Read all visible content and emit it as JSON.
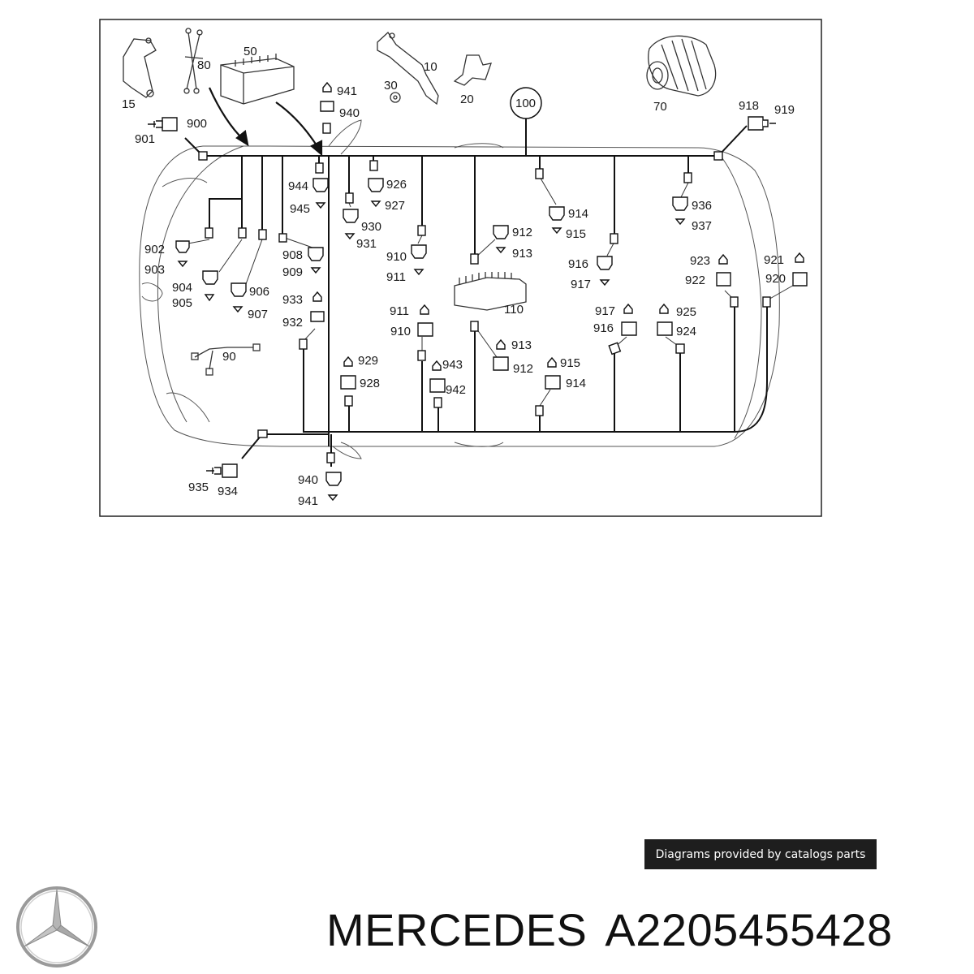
{
  "diagram": {
    "labels": [
      {
        "id": "l15",
        "text": "15"
      },
      {
        "id": "l80",
        "text": "80"
      },
      {
        "id": "l50",
        "text": "50"
      },
      {
        "id": "l30",
        "text": "30"
      },
      {
        "id": "l10",
        "text": "10"
      },
      {
        "id": "l20",
        "text": "20"
      },
      {
        "id": "l70",
        "text": "70"
      },
      {
        "id": "l100",
        "text": "100"
      },
      {
        "id": "l941a",
        "text": "941"
      },
      {
        "id": "l940a",
        "text": "940"
      },
      {
        "id": "l900",
        "text": "900"
      },
      {
        "id": "l901",
        "text": "901"
      },
      {
        "id": "l918",
        "text": "918"
      },
      {
        "id": "l919",
        "text": "919"
      },
      {
        "id": "l944",
        "text": "944"
      },
      {
        "id": "l945",
        "text": "945"
      },
      {
        "id": "l926",
        "text": "926"
      },
      {
        "id": "l927",
        "text": "927"
      },
      {
        "id": "l930",
        "text": "930"
      },
      {
        "id": "l931",
        "text": "931"
      },
      {
        "id": "l914a",
        "text": "914"
      },
      {
        "id": "l915a",
        "text": "915"
      },
      {
        "id": "l936",
        "text": "936"
      },
      {
        "id": "l937",
        "text": "937"
      },
      {
        "id": "l902",
        "text": "902"
      },
      {
        "id": "l903",
        "text": "903"
      },
      {
        "id": "l904",
        "text": "904"
      },
      {
        "id": "l905",
        "text": "905"
      },
      {
        "id": "l906",
        "text": "906"
      },
      {
        "id": "l907",
        "text": "907"
      },
      {
        "id": "l908",
        "text": "908"
      },
      {
        "id": "l909",
        "text": "909"
      },
      {
        "id": "l910a",
        "text": "910"
      },
      {
        "id": "l911a",
        "text": "911"
      },
      {
        "id": "l912a",
        "text": "912"
      },
      {
        "id": "l913a",
        "text": "913"
      },
      {
        "id": "l916a",
        "text": "916"
      },
      {
        "id": "l917a",
        "text": "917"
      },
      {
        "id": "l923",
        "text": "923"
      },
      {
        "id": "l922",
        "text": "922"
      },
      {
        "id": "l921",
        "text": "921"
      },
      {
        "id": "l920",
        "text": "920"
      },
      {
        "id": "l933",
        "text": "933"
      },
      {
        "id": "l932",
        "text": "932"
      },
      {
        "id": "l110",
        "text": "110"
      },
      {
        "id": "l911b",
        "text": "911"
      },
      {
        "id": "l910b",
        "text": "910"
      },
      {
        "id": "l917b",
        "text": "917"
      },
      {
        "id": "l916b",
        "text": "916"
      },
      {
        "id": "l925",
        "text": "925"
      },
      {
        "id": "l924",
        "text": "924"
      },
      {
        "id": "l90",
        "text": "90"
      },
      {
        "id": "l929",
        "text": "929"
      },
      {
        "id": "l928",
        "text": "928"
      },
      {
        "id": "l943",
        "text": "943"
      },
      {
        "id": "l942",
        "text": "942"
      },
      {
        "id": "l913b",
        "text": "913"
      },
      {
        "id": "l912b",
        "text": "912"
      },
      {
        "id": "l915b",
        "text": "915"
      },
      {
        "id": "l914b",
        "text": "914"
      },
      {
        "id": "l935",
        "text": "935"
      },
      {
        "id": "l934",
        "text": "934"
      },
      {
        "id": "l940b",
        "text": "940"
      },
      {
        "id": "l941b",
        "text": "941"
      }
    ]
  },
  "credit": "Diagrams provided by catalogs parts",
  "brand": {
    "name": "MERCEDES",
    "part_number": "A2205455428"
  },
  "icons": {
    "logo": "mercedes-star-logo"
  }
}
